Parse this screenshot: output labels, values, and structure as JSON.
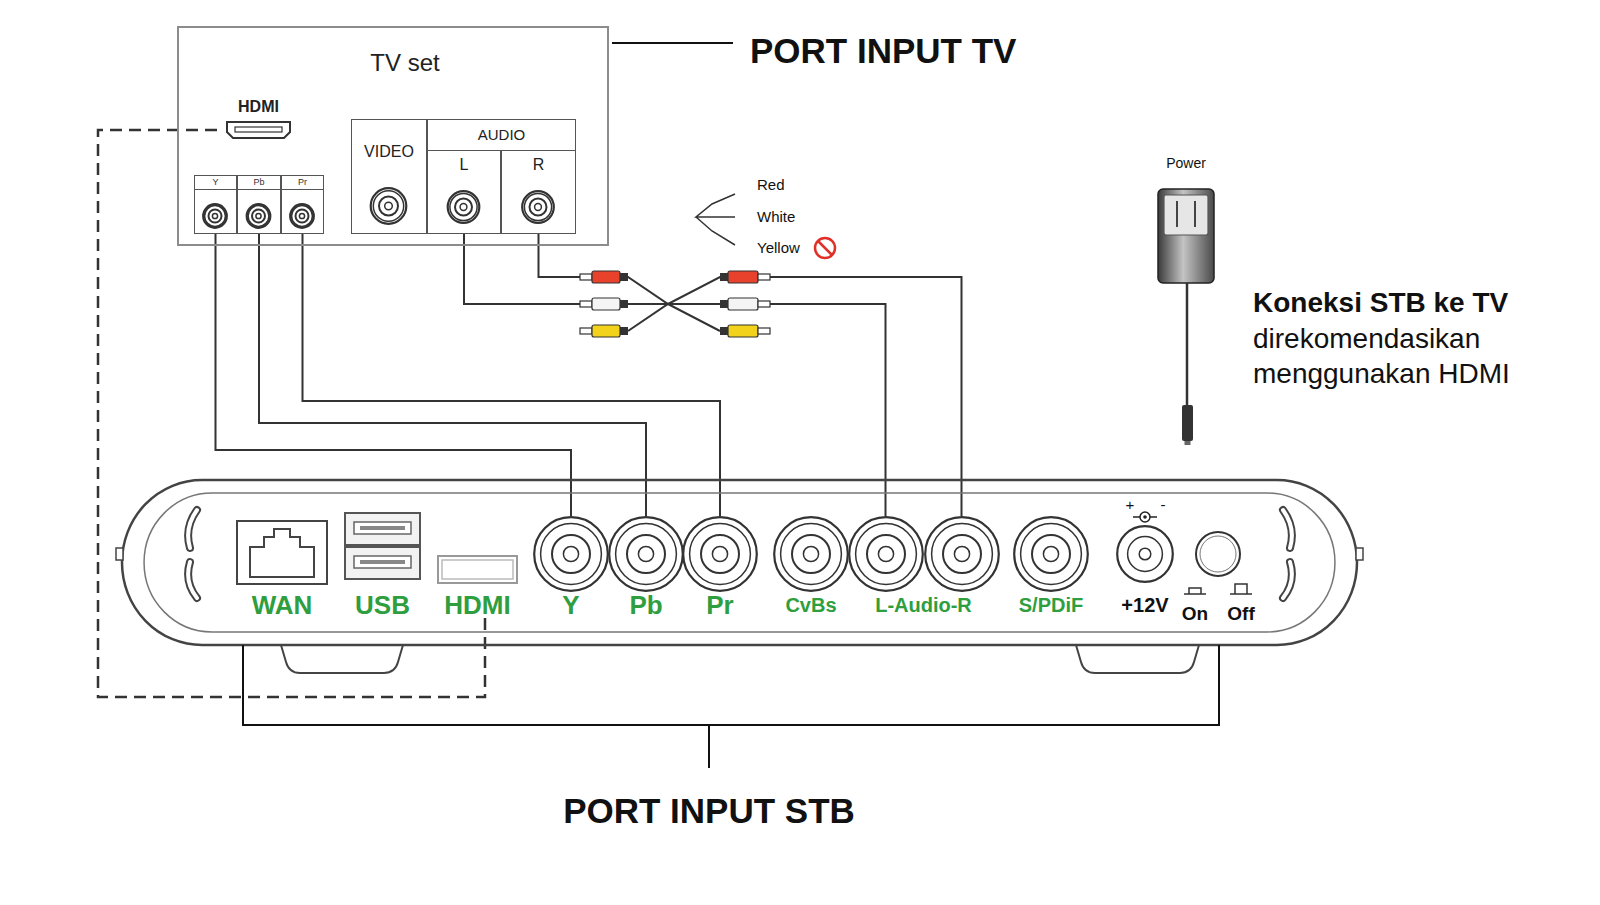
{
  "diagram": {
    "nodes": [
      {
        "text": [
          "TV set"
        ]
      },
      {
        "text": [
          "HDMI"
        ],
        "in": 0
      },
      {
        "text": [
          "Y"
        ],
        "in": 0
      },
      {
        "text": [
          "Pb"
        ],
        "in": 0
      },
      {
        "text": [
          "Pr"
        ],
        "in": 0
      },
      {
        "text": [
          "VIDEO"
        ],
        "in": 0
      },
      {
        "text": [
          "AUDIO"
        ],
        "in": 0
      },
      {
        "text": [
          "L"
        ],
        "in": 6
      },
      {
        "text": [
          "R"
        ],
        "in": 6
      },
      {
        "text": [
          "WAN"
        ]
      },
      {
        "text": [
          "USB"
        ]
      },
      {
        "text": [
          "HDMI"
        ]
      },
      {
        "text": [
          "Y"
        ]
      },
      {
        "text": [
          "Pb"
        ]
      },
      {
        "text": [
          "Pr"
        ]
      },
      {
        "text": [
          "CvBs"
        ]
      },
      {
        "text": [
          "L-Audio-R"
        ]
      },
      {
        "text": [
          "S/PDiF"
        ]
      },
      {
        "text": [
          "+12V"
        ]
      },
      {
        "text": [
          "On",
          "Off"
        ]
      }
    ],
    "edges": [
      {
        "from": 11,
        "to": 1,
        "arrow": "none"
      },
      {
        "from": 12,
        "to": 2,
        "arrow": "none"
      },
      {
        "from": 13,
        "to": 3,
        "arrow": "none"
      },
      {
        "from": 14,
        "to": 4,
        "arrow": "none"
      },
      {
        "from": 16,
        "to": 7,
        "arrow": "none"
      },
      {
        "from": 16,
        "to": 8,
        "arrow": "none"
      }
    ],
    "labels": [
      "PORT INPUT TV",
      "Power",
      "Red",
      "White",
      "Yellow",
      "Koneksi STB ke TV",
      "direkomendasikan menggunakan HDMI",
      "+",
      "-",
      "PORT INPUT STB"
    ]
  }
}
